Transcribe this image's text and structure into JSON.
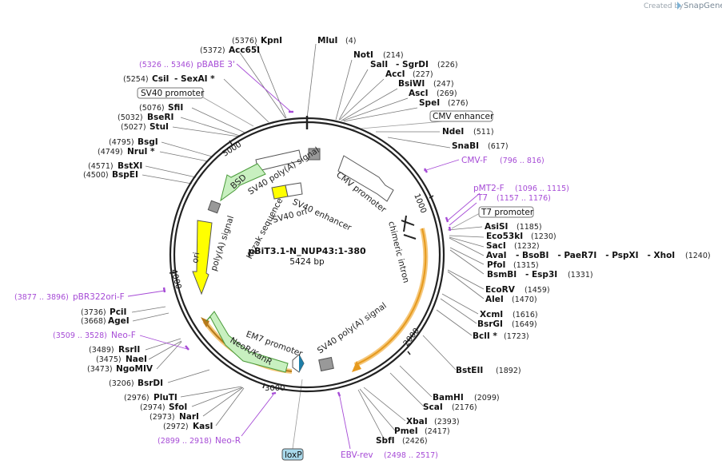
{
  "branding": {
    "created_by": "Created by",
    "product": "SnapGene"
  },
  "plasmid": {
    "name": "pBiT3.1-N_NUP43:1-380",
    "size": "5424 bp"
  },
  "ticks": [
    {
      "label": "1000"
    },
    {
      "label": "2000"
    },
    {
      "label": "3000"
    },
    {
      "label": "4000"
    },
    {
      "label": "5000"
    }
  ],
  "sites_right": [
    {
      "name": "MluI",
      "pos": "(4)"
    },
    {
      "name": "NotI",
      "pos": "(214)"
    },
    {
      "name": "SalI",
      "extra": "- SgrDI",
      "pos": "(226)"
    },
    {
      "name": "AccI",
      "pos": "(227)"
    },
    {
      "name": "BsiWI",
      "pos": "(247)"
    },
    {
      "name": "AscI",
      "pos": "(269)"
    },
    {
      "name": "SpeI",
      "pos": "(276)"
    },
    {
      "name": "NdeI",
      "pos": "(511)"
    },
    {
      "name": "SnaBI",
      "pos": "(617)"
    },
    {
      "name": "AsiSI",
      "pos": "(1185)"
    },
    {
      "name": "Eco53kI",
      "pos": "(1230)"
    },
    {
      "name": "SacI",
      "pos": "(1232)"
    },
    {
      "name": "AvaI",
      "extra": "- BsoBI   - PaeR7I   - PspXI   - XhoI",
      "pos": "(1240)"
    },
    {
      "name": "PfoI",
      "pos": "(1315)"
    },
    {
      "name": "BsmBI",
      "extra": "- Esp3I",
      "pos": "(1331)"
    },
    {
      "name": "EcoRV",
      "pos": "(1459)"
    },
    {
      "name": "AleI",
      "pos": "(1470)"
    },
    {
      "name": "XcmI",
      "pos": "(1616)"
    },
    {
      "name": "BsrGI",
      "pos": "(1649)"
    },
    {
      "name": "BclI *",
      "pos": "(1723)"
    },
    {
      "name": "BstEII",
      "pos": "(1892)"
    },
    {
      "name": "BamHI",
      "pos": "(2099)"
    },
    {
      "name": "ScaI",
      "pos": "(2176)"
    },
    {
      "name": "XbaI",
      "pos": "(2393)"
    },
    {
      "name": "PmeI",
      "pos": "(2417)"
    },
    {
      "name": "SbfI",
      "pos": "(2426)"
    }
  ],
  "sites_left": [
    {
      "name": "KpnI",
      "pos": "(5376)"
    },
    {
      "name": "Acc65I",
      "pos": "(5372)"
    },
    {
      "name": "CsiI",
      "extra": "- SexAI *",
      "pos": "(5254)"
    },
    {
      "name": "SfiI",
      "pos": "(5076)"
    },
    {
      "name": "BseRI",
      "pos": "(5032)"
    },
    {
      "name": "StuI",
      "pos": "(5027)"
    },
    {
      "name": "BsgI",
      "pos": "(4795)"
    },
    {
      "name": "NruI *",
      "pos": "(4749)"
    },
    {
      "name": "BstXI",
      "pos": "(4571)"
    },
    {
      "name": "BspEI",
      "pos": "(4500)"
    },
    {
      "name": "PciI",
      "pos": "(3736)"
    },
    {
      "name": "AgeI",
      "pos": "(3668)"
    },
    {
      "name": "RsrII",
      "pos": "(3489)"
    },
    {
      "name": "NaeI",
      "pos": "(3475)"
    },
    {
      "name": "NgoMIV",
      "pos": "(3473)"
    },
    {
      "name": "BsrDI",
      "pos": "(3206)"
    },
    {
      "name": "PluTI",
      "pos": "(2976)"
    },
    {
      "name": "SfoI",
      "pos": "(2974)"
    },
    {
      "name": "NarI",
      "pos": "(2973)"
    },
    {
      "name": "KasI",
      "pos": "(2972)"
    }
  ],
  "primers": [
    {
      "name": "pBABE 3'",
      "range": "(5326 .. 5346)"
    },
    {
      "name": "CMV-F",
      "range": "(796 .. 816)"
    },
    {
      "name": "pMT2-F",
      "range": "(1096 .. 1115)"
    },
    {
      "name": "T7",
      "range": "(1157 .. 1176)"
    },
    {
      "name": "pBR322ori-F",
      "range": "(3877 .. 3896)"
    },
    {
      "name": "Neo-F",
      "range": "(3509 .. 3528)"
    },
    {
      "name": "Neo-R",
      "range": "(2899 .. 2918)"
    },
    {
      "name": "EBV-rev",
      "range": "(2498 .. 2517)"
    }
  ],
  "boxed_features": [
    {
      "name": "SV40 promoter"
    },
    {
      "name": "CMV enhancer"
    },
    {
      "name": "T7 promoter"
    },
    {
      "name": "loxP"
    }
  ],
  "inner_features": [
    {
      "name": "SV40 poly(A) signal"
    },
    {
      "name": "CMV promoter"
    },
    {
      "name": "BSD"
    },
    {
      "name": "SV40 enhancer"
    },
    {
      "name": "SV40 ori"
    },
    {
      "name": "Kozak sequence"
    },
    {
      "name": "poly(A) signal"
    },
    {
      "name": "ori"
    },
    {
      "name": "chimeric intron"
    },
    {
      "name": "EM7 promoter"
    },
    {
      "name": "NeoR/KanR"
    },
    {
      "name": "SV40 poly(A) signal"
    }
  ],
  "colors": {
    "backbone": "#222222",
    "primer": "#a64bd6",
    "orf_highlight": "#f5a623",
    "ori_yellow": "#ffff00",
    "resistance_green": "#c8f0c0",
    "loxp_fill": "#a8d8ea"
  }
}
